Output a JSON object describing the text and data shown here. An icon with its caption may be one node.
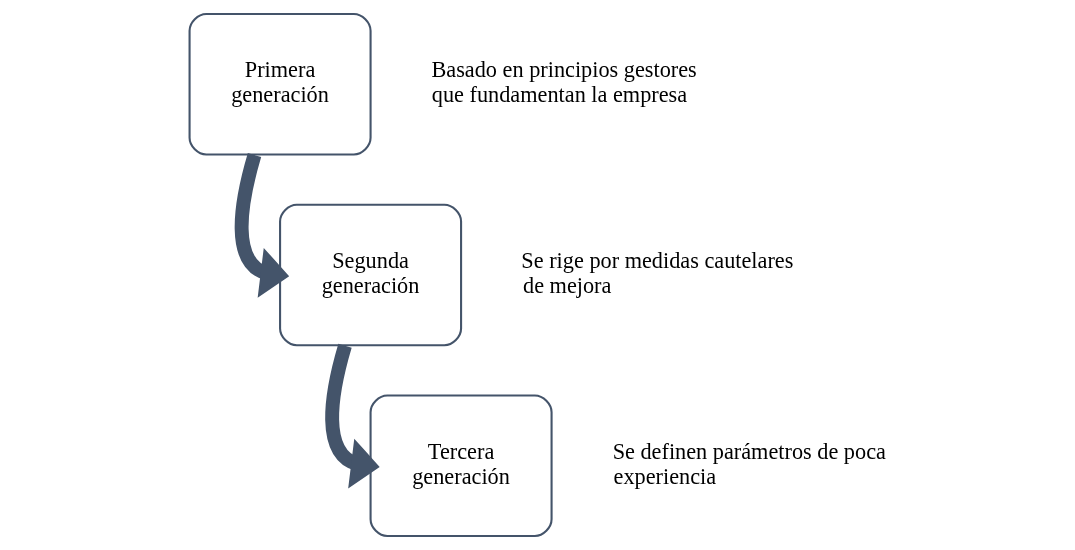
{
  "diagram": {
    "nodes": [
      {
        "text": [
          "Primera generación"
        ],
        "beside": [
          "Basado en principios gestores que fundamentan la empresa"
        ]
      },
      {
        "text": [
          "Segunda generación"
        ],
        "beside": [
          "Se rige por medidas cautelares de mejora"
        ]
      },
      {
        "text": [
          "Tercera generación"
        ],
        "beside": [
          "Se definen parámetros de poca experiencia"
        ]
      }
    ],
    "edges": [
      {
        "from": 0,
        "to": 1,
        "arrow": "to"
      },
      {
        "from": 1,
        "to": 2,
        "arrow": "to"
      }
    ]
  }
}
